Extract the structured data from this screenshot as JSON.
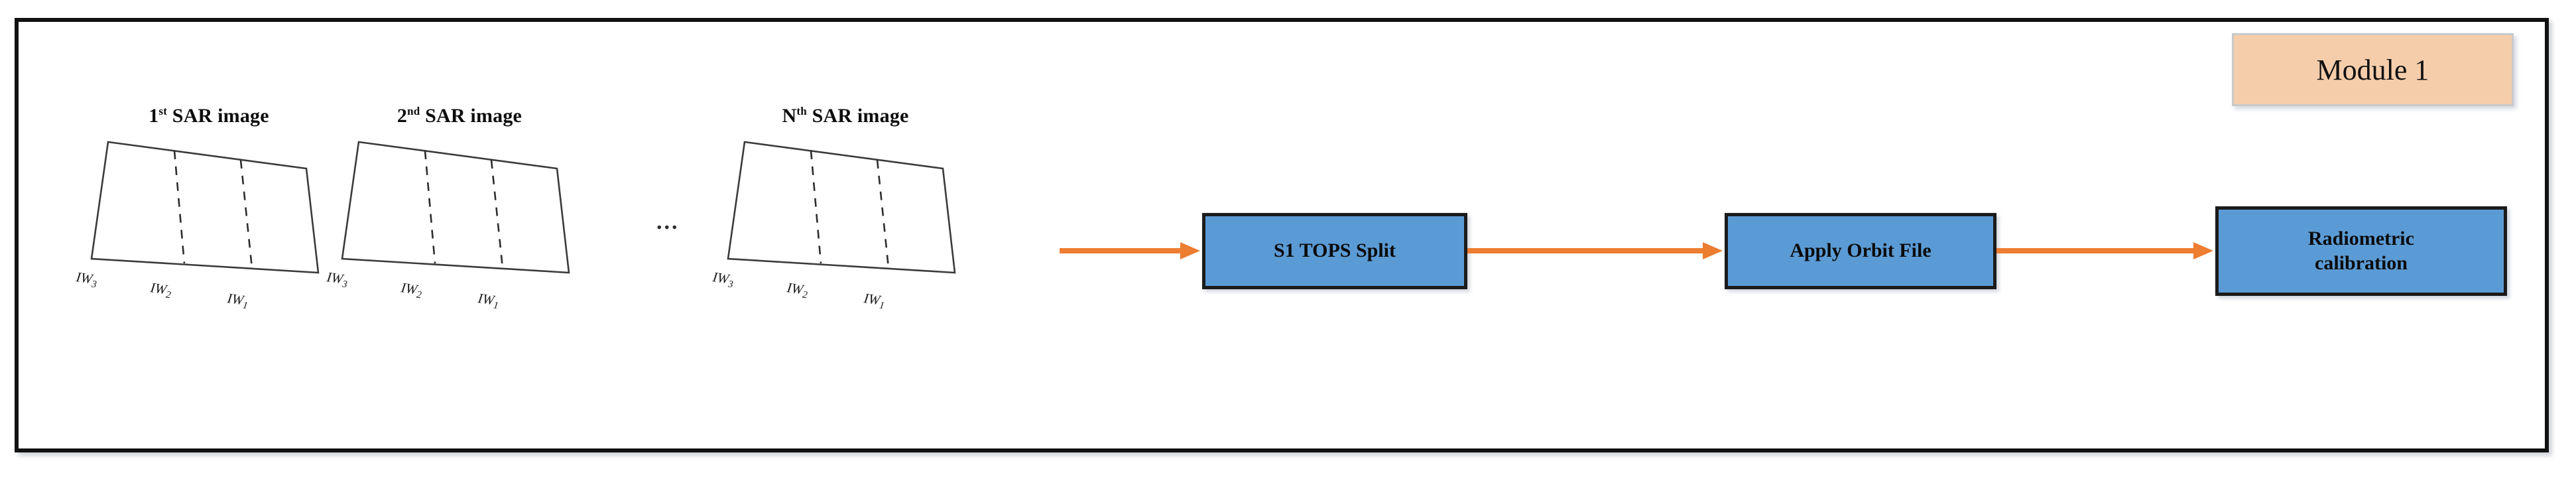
{
  "diagram": {
    "type": "flowchart",
    "title_badge": "Module 1",
    "colors": {
      "process_fill": "#5B9BD5",
      "process_border": "#1B1B1B",
      "arrow": "#ED7D31",
      "module_fill": "#F6CDAB",
      "module_border": "#C9C9C9",
      "frame_border": "#111111",
      "background": "#FFFFFF"
    },
    "inputs": {
      "ellipsis": "...",
      "items": [
        {
          "id": "sar-image-1",
          "ordinal": "1",
          "ordinal_suffix": "st",
          "title_rest": " SAR image",
          "title_plain": "1st SAR image",
          "swaths": [
            "IW3",
            "IW2",
            "IW1"
          ],
          "swath_parts": [
            {
              "base": "IW",
              "sub": "3"
            },
            {
              "base": "IW",
              "sub": "2"
            },
            {
              "base": "IW",
              "sub": "1"
            }
          ]
        },
        {
          "id": "sar-image-2",
          "ordinal": "2",
          "ordinal_suffix": "nd",
          "title_rest": " SAR image",
          "title_plain": "2nd SAR image",
          "swaths": [
            "IW3",
            "IW2",
            "IW1"
          ],
          "swath_parts": [
            {
              "base": "IW",
              "sub": "3"
            },
            {
              "base": "IW",
              "sub": "2"
            },
            {
              "base": "IW",
              "sub": "1"
            }
          ]
        },
        {
          "id": "sar-image-n",
          "ordinal": "N",
          "ordinal_suffix": "th",
          "title_rest": " SAR image",
          "title_plain": "Nth SAR image",
          "swaths": [
            "IW3",
            "IW2",
            "IW1"
          ],
          "swath_parts": [
            {
              "base": "IW",
              "sub": "3"
            },
            {
              "base": "IW",
              "sub": "2"
            },
            {
              "base": "IW",
              "sub": "1"
            }
          ]
        }
      ]
    },
    "steps": [
      {
        "id": "s1-tops-split",
        "label": "S1 TOPS Split",
        "lines": [
          "S1 TOPS Split"
        ]
      },
      {
        "id": "apply-orbit-file",
        "label": "Apply Orbit File",
        "lines": [
          "Apply Orbit File"
        ]
      },
      {
        "id": "radiometric-calibration",
        "label": "Radiometric calibration",
        "lines": [
          "Radiometric",
          "calibration"
        ]
      }
    ],
    "connections": [
      {
        "from": "sar-image-n",
        "to": "s1-tops-split"
      },
      {
        "from": "s1-tops-split",
        "to": "apply-orbit-file"
      },
      {
        "from": "apply-orbit-file",
        "to": "radiometric-calibration"
      }
    ]
  }
}
